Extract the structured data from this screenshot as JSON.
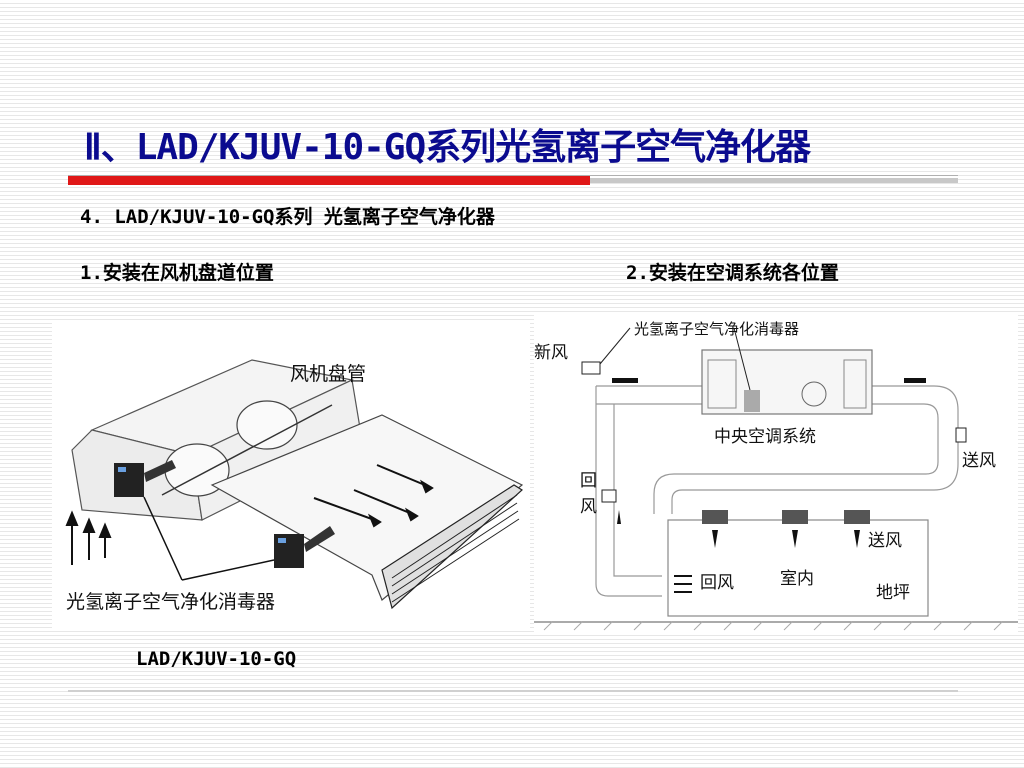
{
  "slide": {
    "title": "Ⅱ、LAD/KJUV-10-GQ系列光氢离子空气净化器",
    "subtitle": "4. LAD/KJUV-10-GQ系列 光氢离子空气净化器",
    "section1_label": "1.安装在风机盘道位置",
    "section2_label": "2.安装在空调系统各位置",
    "caption": "LAD/KJUV-10-GQ"
  },
  "figure_fan_coil": {
    "label_fan_coil": "风机盘管",
    "label_purifier": "光氢离子空气净化消毒器"
  },
  "figure_hvac": {
    "label_purifier": "光氢离子空气净化消毒器",
    "label_fresh_air": "新风",
    "label_central_ac": "中央空调系统",
    "label_supply_air_right": "送风",
    "label_return_air_left_1": "回",
    "label_return_air_left_2": "风",
    "label_supply_air_room": "送风",
    "label_return_air_room": "回风",
    "label_indoor": "室内",
    "label_floor": "地坪"
  }
}
